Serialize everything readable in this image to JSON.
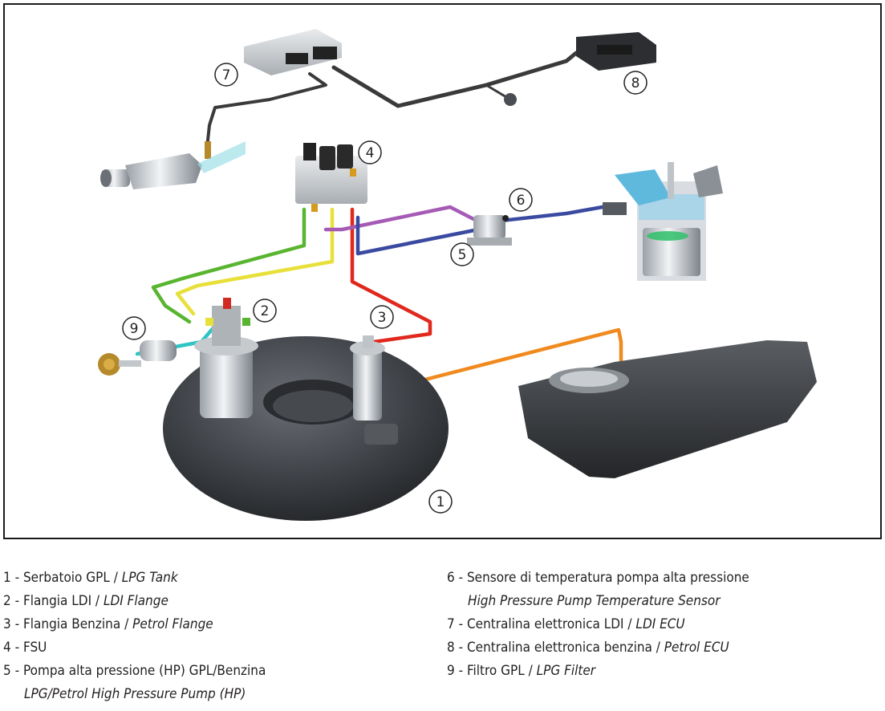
{
  "callouts": [
    "1",
    "2",
    "3",
    "4",
    "5",
    "6",
    "7",
    "8",
    "9"
  ],
  "legend": {
    "left": [
      {
        "num": "1",
        "sep": " - ",
        "it": "Serbatoio GPL",
        "slash": " / ",
        "en": "LPG Tank"
      },
      {
        "num": "2",
        "sep": " - ",
        "it": "Flangia LDI",
        "slash": " / ",
        "en": "LDI Flange"
      },
      {
        "num": "3",
        "sep": " - ",
        "it": "Flangia Benzina",
        "slash": " / ",
        "en": "Petrol Flange"
      },
      {
        "num": "4",
        "sep": " - ",
        "it": "FSU",
        "slash": "",
        "en": ""
      },
      {
        "num": "5",
        "sep": " - ",
        "it": "Pompa alta pressione (HP) GPL/Benzina",
        "slash": "",
        "en": "",
        "cont": "LPG/Petrol High Pressure Pump (HP)"
      }
    ],
    "right": [
      {
        "num": "6",
        "sep": " - ",
        "it": "Sensore di temperatura pompa alta pressione",
        "slash": "",
        "en": "",
        "cont": "High Pressure Pump Temperature Sensor"
      },
      {
        "num": "7",
        "sep": " - ",
        "it": "Centralina elettronica LDI",
        "slash": " / ",
        "en": "LDI ECU"
      },
      {
        "num": "8",
        "sep": " - ",
        "it": "Centralina elettronica benzina",
        "slash": " / ",
        "en": "Petrol ECU"
      },
      {
        "num": "9",
        "sep": " - ",
        "it": "Filtro GPL",
        "slash": " / ",
        "en": "LPG Filter"
      }
    ]
  },
  "colors": {
    "green_line": "#59b530",
    "yellow_line": "#e8e03a",
    "red_line": "#e0281e",
    "purple_line": "#a55bb5",
    "blue_line": "#3a4aa0",
    "orange_line": "#f08a1e",
    "cyan_line": "#2ec4c4",
    "wire": "#3a3a3a",
    "tank": "#3c3f44"
  }
}
